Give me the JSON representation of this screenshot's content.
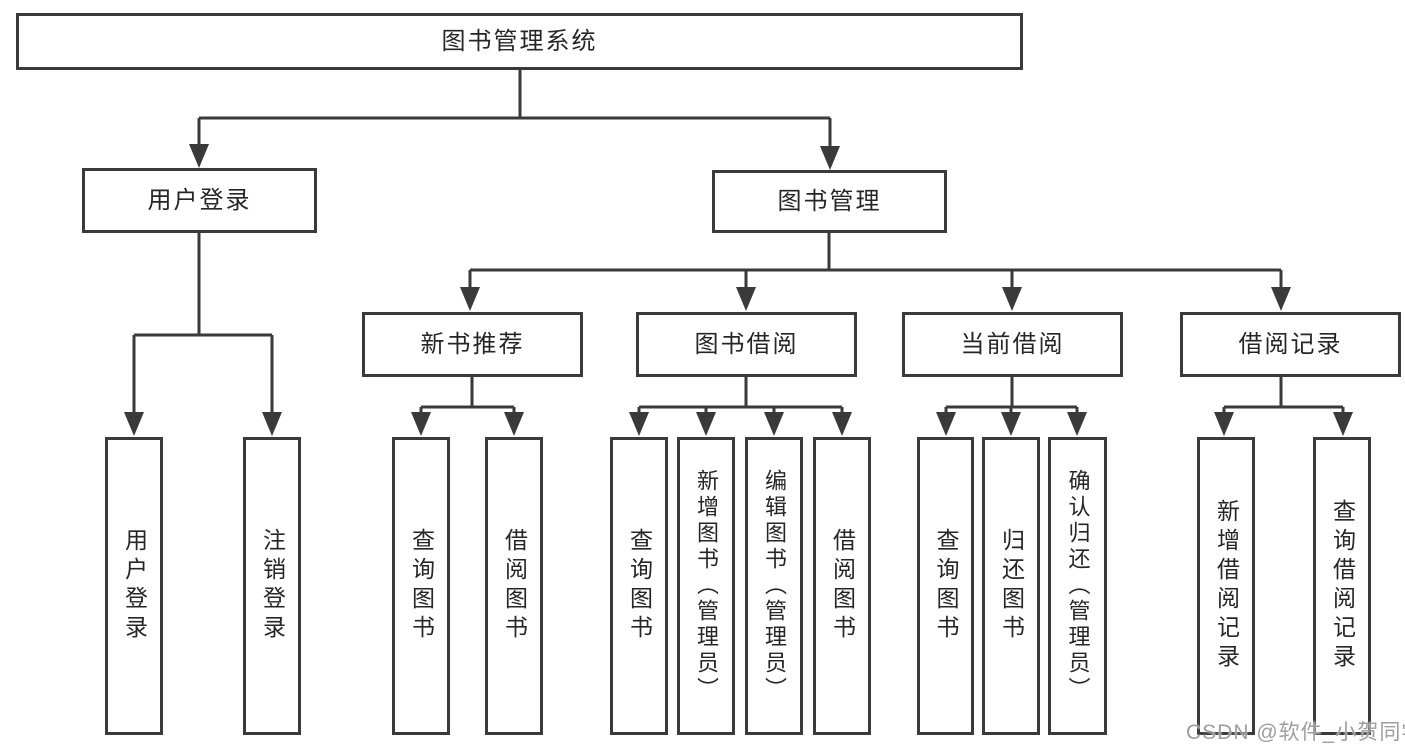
{
  "colors": {
    "line": "#3a3a3a",
    "box_border": "#3a3a3a",
    "box_fill": "#ffffff",
    "text": "#262626",
    "watermark_text": "#9e9e9e"
  },
  "watermark": {
    "text": "CSDN @软件_小贺同学"
  },
  "tree": {
    "label": "图书管理系统",
    "children": [
      {
        "label": "用户登录",
        "children": [
          {
            "label": "用户登录"
          },
          {
            "label": "注销登录"
          }
        ]
      },
      {
        "label": "图书管理",
        "children": [
          {
            "label": "新书推荐",
            "children": [
              {
                "label": "查询图书"
              },
              {
                "label": "借阅图书"
              }
            ]
          },
          {
            "label": "图书借阅",
            "children": [
              {
                "label": "查询图书"
              },
              {
                "label": "新增图书（管理员）"
              },
              {
                "label": "编辑图书（管理员）"
              },
              {
                "label": "借阅图书"
              }
            ]
          },
          {
            "label": "当前借阅",
            "children": [
              {
                "label": "查询图书"
              },
              {
                "label": "归还图书"
              },
              {
                "label": "确认归还（管理员）"
              }
            ]
          },
          {
            "label": "借阅记录",
            "children": [
              {
                "label": "新增借阅记录"
              },
              {
                "label": "查询借阅记录"
              }
            ]
          }
        ]
      }
    ]
  }
}
